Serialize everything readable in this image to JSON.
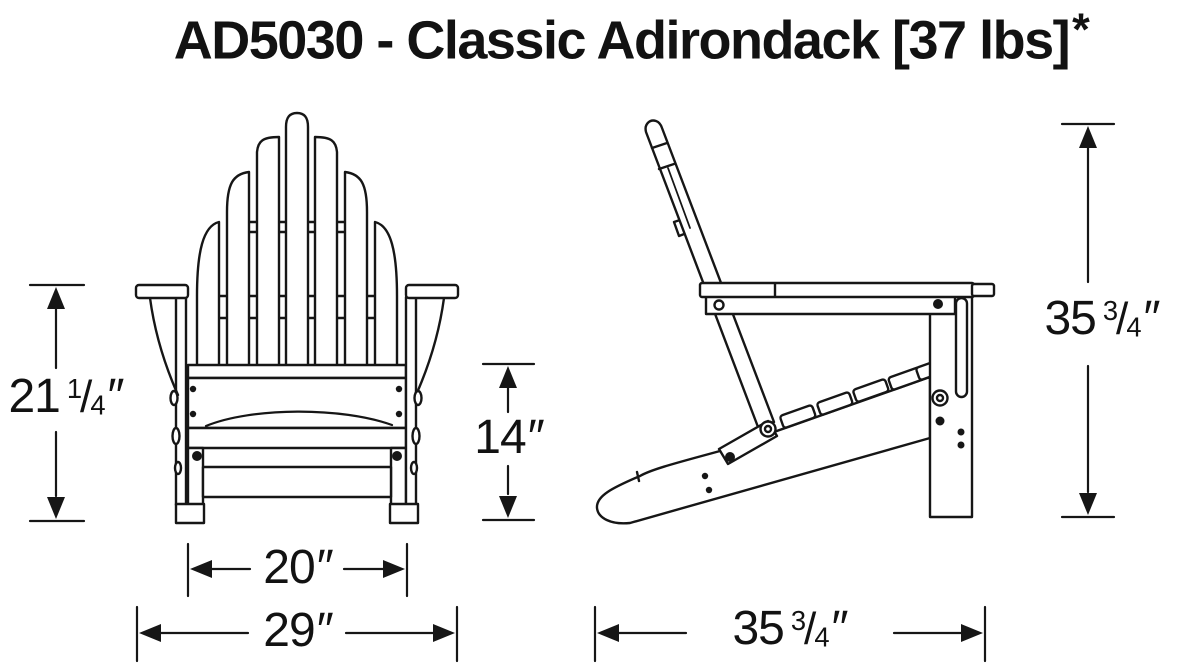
{
  "title": {
    "text": "AD5030 - Classic Adirondack [37 lbs]",
    "asterisk": "*"
  },
  "drawing": {
    "views": [
      "front-view",
      "side-view"
    ],
    "line_color": "#161616",
    "background_color": "#ffffff"
  },
  "dims": {
    "arm_height": {
      "value": "21",
      "num": "1",
      "den": "4",
      "slash": "/",
      "unit": "″"
    },
    "seat_height": {
      "value": "14",
      "unit": "″"
    },
    "seat_width": {
      "value": "20",
      "unit": "″"
    },
    "overall_width": {
      "value": "29",
      "unit": "″"
    },
    "overall_depth": {
      "value": "35",
      "num": "3",
      "den": "4",
      "slash": "/",
      "unit": "″"
    },
    "overall_height": {
      "value": "35",
      "num": "3",
      "den": "4",
      "slash": "/",
      "unit": "″"
    }
  }
}
